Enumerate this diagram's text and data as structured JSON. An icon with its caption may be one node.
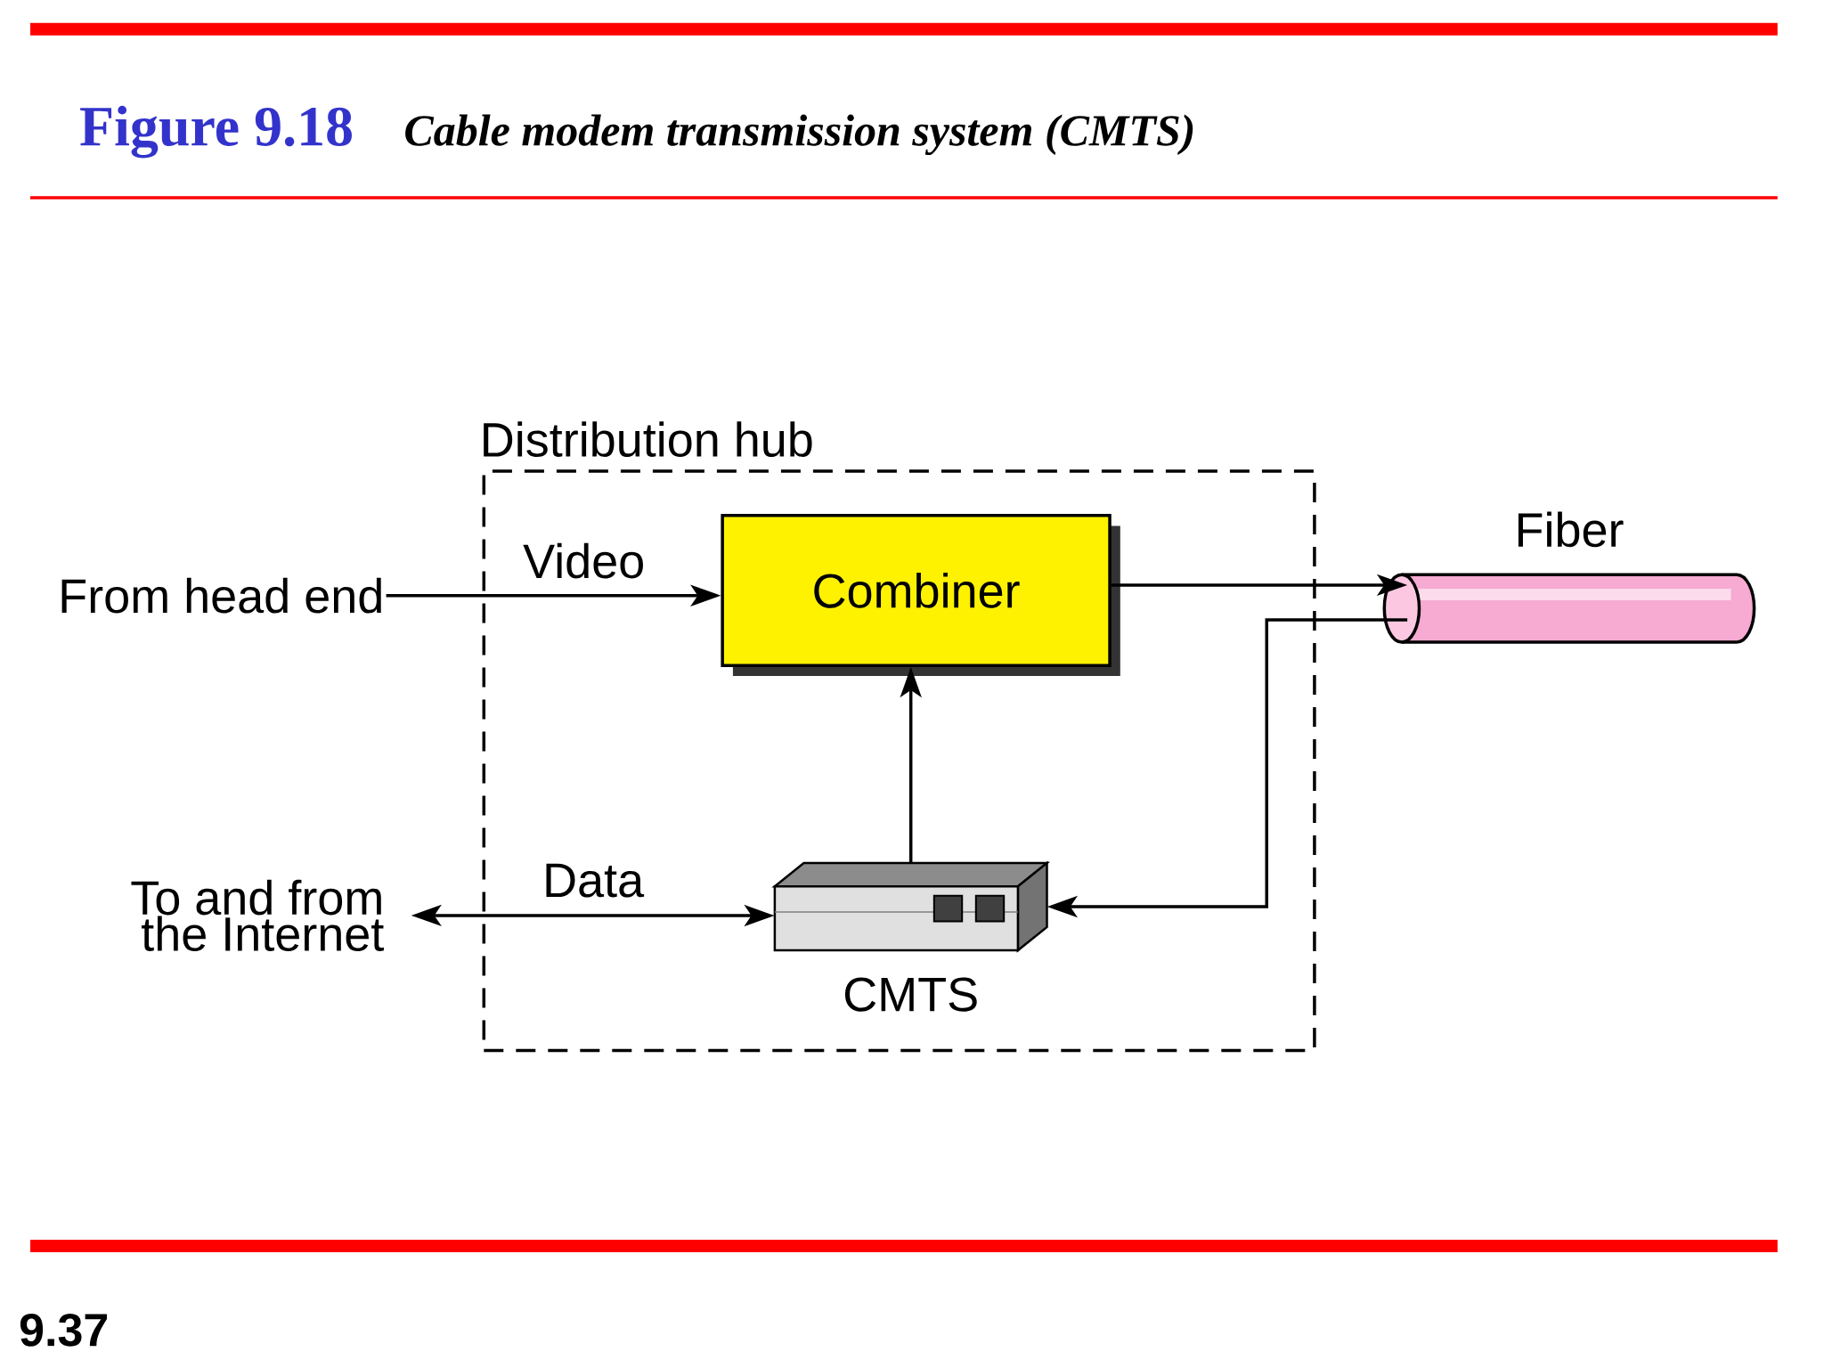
{
  "diagram": {
    "title": "Figure 9.18",
    "caption": "Cable modem transmission system (CMTS)",
    "nodes": [
      {
        "text": [
          "Distribution hub"
        ]
      },
      {
        "text": [
          "From head end"
        ]
      },
      {
        "text": [
          "Combiner"
        ],
        "in": 0
      },
      {
        "text": [
          "Fiber"
        ]
      },
      {
        "text": [
          "To and from the Internet"
        ]
      },
      {
        "text": [
          "CMTS"
        ],
        "in": 0
      }
    ],
    "edges": [
      {
        "from": 1,
        "to": 2,
        "arrow": "to",
        "label": "Video"
      },
      {
        "from": 2,
        "to": 3,
        "arrow": "to"
      },
      {
        "from": 5,
        "to": 2,
        "arrow": "to"
      },
      {
        "from": 4,
        "to": 5,
        "arrow": "both",
        "label": "Data"
      },
      {
        "from": 3,
        "to": 5,
        "arrow": "to"
      }
    ],
    "labels": [
      "9.37"
    ]
  }
}
